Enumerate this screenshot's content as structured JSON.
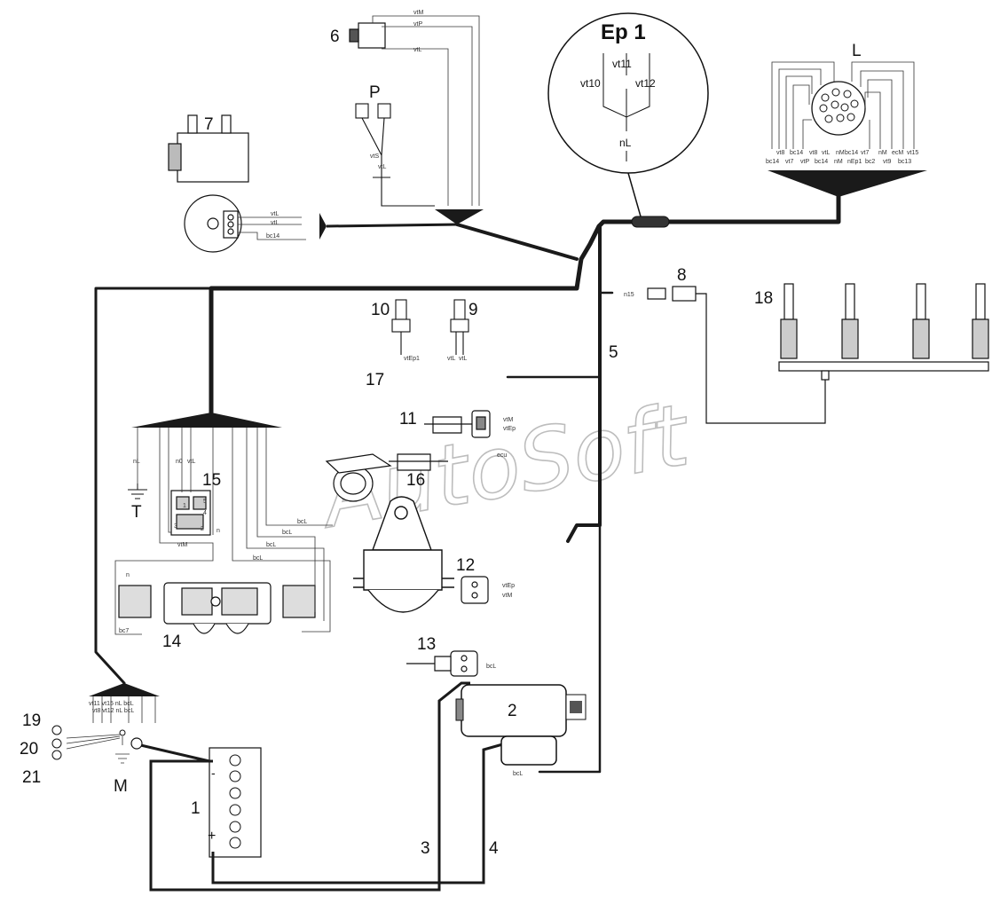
{
  "watermark": "AutoSoft",
  "colors": {
    "ink": "#111111",
    "harness": "#1a1a1a",
    "watermark": "#c8c8c8"
  },
  "labels": {
    "n1": "1",
    "n2": "2",
    "n3": "3",
    "n4": "4",
    "n5": "5",
    "n6": "6",
    "n7": "7",
    "n8": "8",
    "n9": "9",
    "n10": "10",
    "n11": "11",
    "n12": "12",
    "n13": "13",
    "n14": "14",
    "n15": "15",
    "n16": "16",
    "n17": "17",
    "n18": "18",
    "n19": "19",
    "n20": "20",
    "n21": "21",
    "P": "P",
    "T": "T",
    "M": "M",
    "L": "L"
  },
  "detail": {
    "title": "Ep 1",
    "vt11": "vt11",
    "vt10": "vt10",
    "vt12": "vt12",
    "nL": "nL"
  },
  "battery": {
    "minus": "-",
    "plus": "+"
  },
  "connector_L": {
    "row1": [
      "vt8",
      "bc14",
      "vt8",
      "vtL",
      "nM",
      "bc14",
      "vt7",
      "nM",
      "ecM",
      "vt15"
    ],
    "row2": [
      "bc14",
      "vt7",
      "vtP",
      "bc14",
      "nM",
      "nEp1",
      "bc2",
      "vt9",
      "bc13"
    ]
  },
  "wires": {
    "s6_vtM": "vtM",
    "s6_vtP": "vtP",
    "s6_vtL": "vtL",
    "p_vtS": "vtS",
    "p_vtL": "vtL",
    "alt_vtL1": "vtL",
    "alt_vtL2": "vtL",
    "alt_bc14": "bc14",
    "s8": "n15",
    "s10": "vtEp1",
    "s9a": "vtL",
    "s9b": "vtL",
    "s11a": "vtM",
    "s11b": "vtEp",
    "s12a": "vtEp",
    "s12b": "vtM",
    "s13": "bcL",
    "s4": "bcL",
    "fan_nL": "nL",
    "fan_n0": "n0",
    "fan_vtL": "vtL",
    "r15_vtM": "vtM",
    "r15_n": "n",
    "r15_1": "1",
    "r15_2": "2",
    "r15_3": "3",
    "r15_4": "4",
    "r15_5": "5",
    "r14_n": "n",
    "r14_bc7": "bc7",
    "r14_bcL": "bcL",
    "r14_bcL2": "bcL",
    "r14_bcL3": "bcL",
    "r14_bcL4": "bcL",
    "g_row1": "vt11 vt15 nL bcL",
    "g_row2": "vt8 vt12 nL bcL",
    "sens16": "ecu"
  }
}
